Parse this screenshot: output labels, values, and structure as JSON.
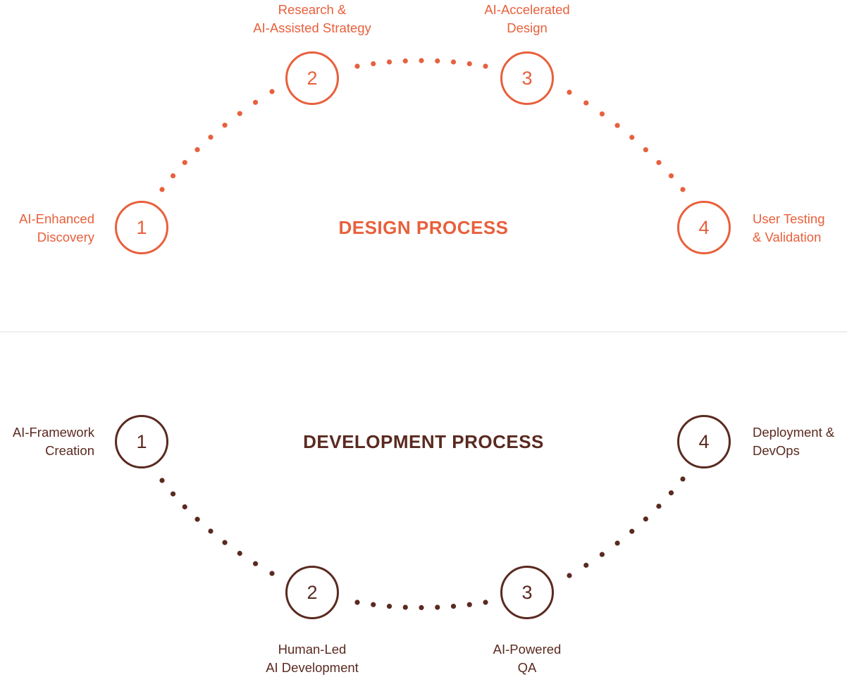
{
  "design": {
    "title": "DESIGN PROCESS",
    "color": "#e8603c",
    "steps": [
      {
        "number": "1",
        "label_line1": "AI-Enhanced",
        "label_line2": "Discovery"
      },
      {
        "number": "2",
        "label_line1": "Research &",
        "label_line2": "AI-Assisted Strategy"
      },
      {
        "number": "3",
        "label_line1": "AI-Accelerated",
        "label_line2": "Design"
      },
      {
        "number": "4",
        "label_line1": "User Testing",
        "label_line2": "& Validation"
      }
    ]
  },
  "development": {
    "title": "DEVELOPMENT PROCESS",
    "color": "#5a2a20",
    "steps": [
      {
        "number": "1",
        "label_line1": "AI-Framework",
        "label_line2": "Creation"
      },
      {
        "number": "2",
        "label_line1": "Human-Led",
        "label_line2": "AI Development"
      },
      {
        "number": "3",
        "label_line1": "AI-Powered",
        "label_line2": "QA"
      },
      {
        "number": "4",
        "label_line1": "Deployment &",
        "label_line2": "DevOps"
      }
    ]
  }
}
